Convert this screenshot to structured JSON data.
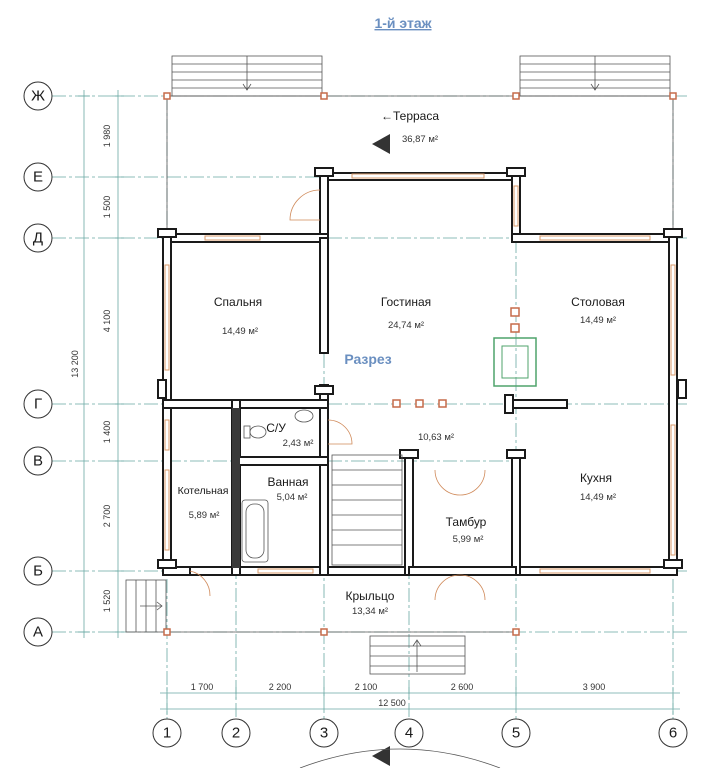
{
  "plan": {
    "title": "1-й этаж",
    "section_label": "Разрез",
    "rooms": [
      {
        "id": "terrace",
        "name": "←Терраса",
        "area": "36,87 м²"
      },
      {
        "id": "bedroom",
        "name": "Спальня",
        "area": "14,49 м²"
      },
      {
        "id": "living",
        "name": "Гостиная",
        "area": "24,74 м²"
      },
      {
        "id": "dining",
        "name": "Столовая",
        "area": "14,49 м²"
      },
      {
        "id": "wc",
        "name": "С/У",
        "area": "2,43 м²"
      },
      {
        "id": "hall",
        "name": "",
        "area": "10,63 м²"
      },
      {
        "id": "boiler",
        "name": "Котельная",
        "area": "5,89 м²"
      },
      {
        "id": "bath",
        "name": "Ванная",
        "area": "5,04 м²"
      },
      {
        "id": "vestibule",
        "name": "Тамбур",
        "area": "5,99 м²"
      },
      {
        "id": "kitchen",
        "name": "Кухня",
        "area": "14,49 м²"
      },
      {
        "id": "porch",
        "name": "Крыльцо",
        "area": "13,34 м²"
      }
    ],
    "row_axes": [
      "Ж",
      "Е",
      "Д",
      "Г",
      "В",
      "Б",
      "А"
    ],
    "col_axes": [
      "1",
      "2",
      "3",
      "4",
      "5",
      "6"
    ],
    "row_dims": [
      "1 980",
      "1 500",
      "4 100",
      "1 400",
      "2 700",
      "1 520"
    ],
    "total_row_dim": "13 200",
    "col_dims": [
      "1 700",
      "2 200",
      "2 100",
      "2 600",
      "3 900"
    ],
    "total_col_dim": "12 500"
  }
}
